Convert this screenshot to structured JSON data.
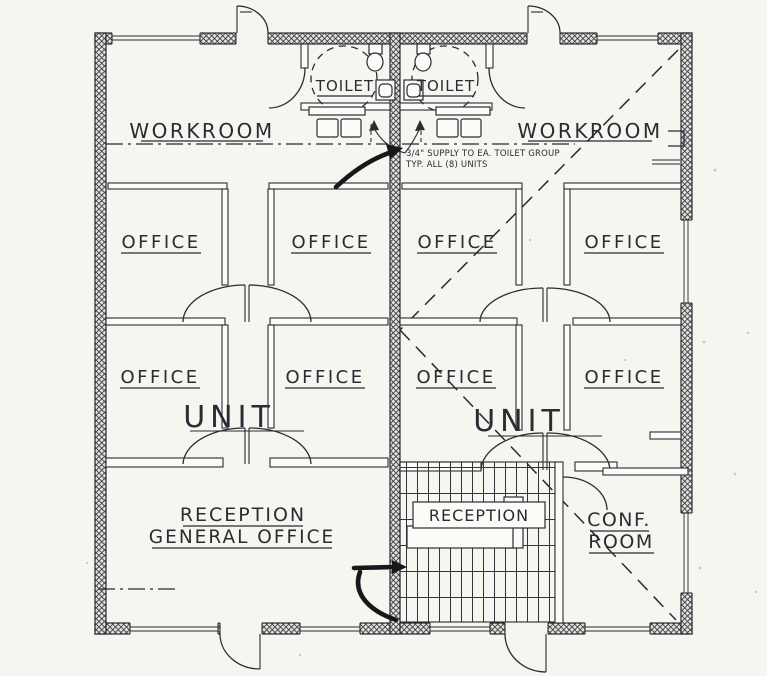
{
  "colors": {
    "paper": "#f6f5f0",
    "ink": "#2b2b33",
    "wall_fill": "#fcfbf8",
    "hatch_bg": "#e3e1da",
    "marker": "#17171c"
  },
  "plan": {
    "workrooms": [
      {
        "label": "WORKROOM"
      },
      {
        "label": "WORKROOM"
      }
    ],
    "toilets": [
      {
        "label": "TOILET"
      },
      {
        "label": "TOILET"
      }
    ],
    "offices": [
      "OFFICE",
      "OFFICE",
      "OFFICE",
      "OFFICE",
      "OFFICE",
      "OFFICE",
      "OFFICE",
      "OFFICE"
    ],
    "units": [
      {
        "label": "UNIT"
      },
      {
        "label": "UNIT"
      }
    ],
    "reception_general": {
      "line1": "RECEPTION",
      "line2": "GENERAL OFFICE"
    },
    "reception_tiled": {
      "label": "RECEPTION"
    },
    "conference": {
      "line1": "CONF.",
      "line2": "ROOM"
    },
    "annotation": {
      "line1": "3/4\" SUPPLY TO EA. TOILET GROUP",
      "line2": "TYP. ALL (8) UNITS"
    }
  }
}
